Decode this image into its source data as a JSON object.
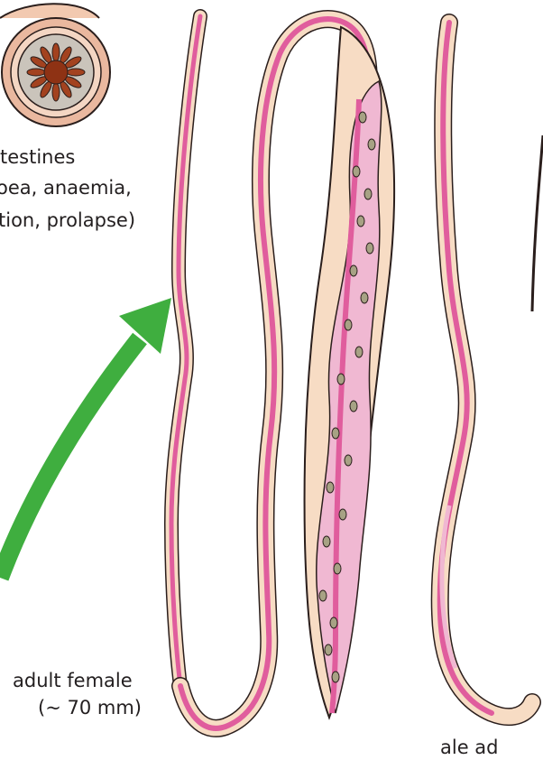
{
  "labels": {
    "intestines": "testines",
    "symptoms_line1": "oea, anaemia,",
    "symptoms_line2": "tion, prolapse)",
    "adult_female": "adult female",
    "female_size": "(~ 70 mm)",
    "cut_off_bottom": "ale ad"
  },
  "colors": {
    "body_fill": "#f7dcc4",
    "body_outline": "#2a1e1c",
    "gut": "#e05d9d",
    "uterus": "#f0b8d2",
    "egg": "#a7a284",
    "arrow": "#3fae3f",
    "cross_section_ring": "#e8b8a2",
    "cross_section_core": "#c8c2b8",
    "cross_section_lumen": "#a84422"
  },
  "icons": [
    "green-arrow",
    "intestine-cross-section",
    "worm-thin-anterior",
    "worm-loop-adult-female",
    "worm-male-curled",
    "worm-partial-right"
  ]
}
